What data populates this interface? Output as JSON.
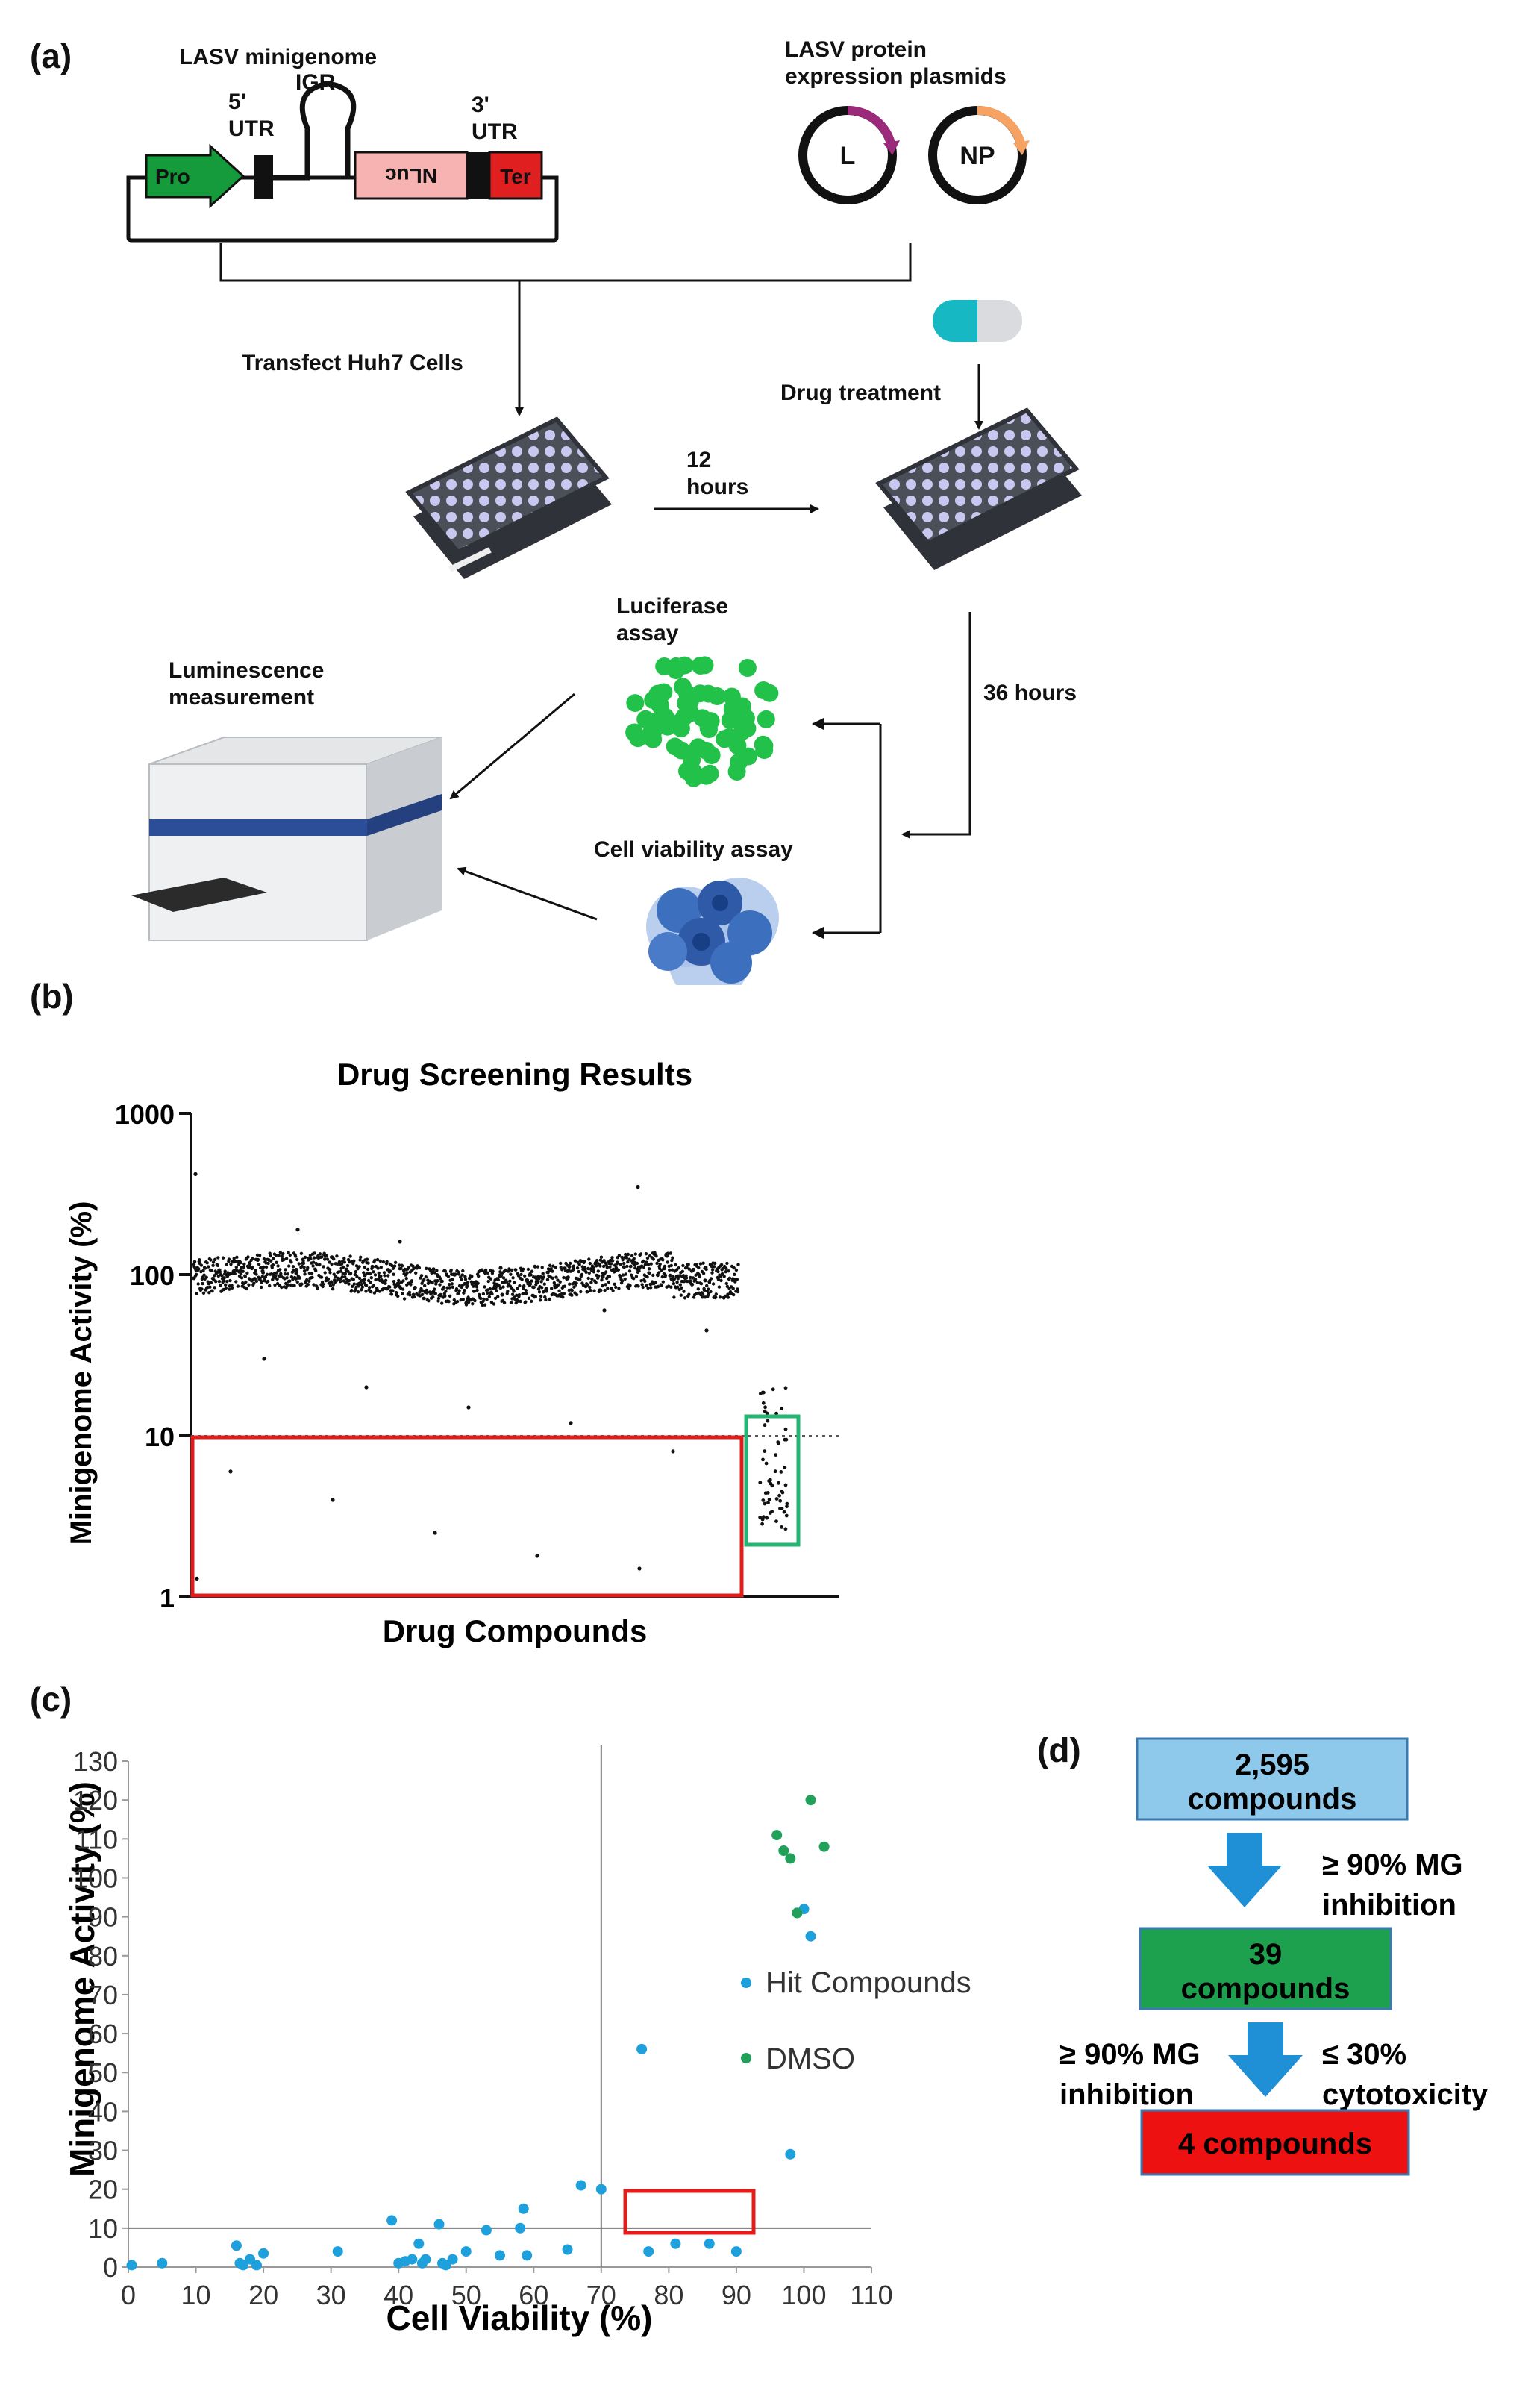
{
  "panel_a": {
    "label": "(a)",
    "minigenome_title": "LASV minigenome",
    "igr": "IGR",
    "utr5": [
      "5'",
      "UTR"
    ],
    "utr3": [
      "3'",
      "UTR"
    ],
    "pro": "Pro",
    "nluc": "NLuc",
    "ter": "Ter",
    "plasmids_title": [
      "LASV protein",
      "expression plasmids"
    ],
    "plasmid_L": "L",
    "plasmid_NP": "NP",
    "transfect": "Transfect Huh7 Cells",
    "drug_treatment": "Drug treatment",
    "twelve_hours": [
      "12",
      "hours"
    ],
    "thirtysix_hours": "36 hours",
    "luciferase": [
      "Luciferase",
      "assay"
    ],
    "viability": "Cell viability assay",
    "luminescence": [
      "Luminescence",
      "measurement"
    ]
  },
  "panel_b": {
    "label": "(b)",
    "title": "Drug Screening Results",
    "ylabel": "Minigenome Activity (%)",
    "xlabel": "Drug Compounds",
    "yticks": [
      "1000",
      "100",
      "10",
      "1"
    ]
  },
  "panel_c": {
    "label": "(c)",
    "ylabel": "Minigenome Activity (%)",
    "xlabel": "Cell Viability (%)",
    "legend": [
      "Hit Compounds",
      "DMSO"
    ]
  },
  "panel_d": {
    "label": "(d)",
    "box1": [
      "2,595",
      "compounds"
    ],
    "box2": [
      "39",
      "compounds"
    ],
    "box3": "4 compounds",
    "criterion1": [
      "≥ 90% MG",
      "inhibition"
    ],
    "criterion2a": [
      "≥ 90% MG",
      "inhibition"
    ],
    "criterion2b": [
      "≤ 30%",
      "cytotoxicity"
    ]
  },
  "colors": {
    "hit": "#1ea0dc",
    "dmso": "#21a05a",
    "box1": "#8ec9ec",
    "box2": "#1ea14f",
    "box3": "#ee1111",
    "arrow": "#1f8fd6",
    "redbox": "#e21b1b",
    "greenbox": "#22b573"
  },
  "chart_data": [
    {
      "type": "scatter",
      "title": "Drug Screening Results",
      "xlabel": "Drug Compounds",
      "ylabel": "Minigenome Activity (%)",
      "yscale": "log",
      "ylim": [
        1,
        1000
      ],
      "yticks": [
        1,
        10,
        100,
        1000
      ],
      "threshold": 10,
      "series": [
        {
          "values": [
            95,
            102,
            88,
            110,
            97,
            92,
            105,
            99,
            85,
            112,
            94,
            101,
            90,
            108,
            96,
            350,
            420,
            190,
            160,
            75,
            60,
            45,
            30,
            20,
            15,
            12,
            8,
            6,
            4,
            2.5,
            1.8,
            1.5,
            1.3
          ]
        }
      ]
    },
    {
      "type": "scatter",
      "xlabel": "Cell Viability (%)",
      "ylabel": "Minigenome Activity (%)",
      "xlim": [
        0,
        110
      ],
      "ylim": [
        0,
        130
      ],
      "xticks": [
        0,
        10,
        20,
        30,
        40,
        50,
        60,
        70,
        80,
        90,
        100,
        110
      ],
      "yticks": [
        0,
        10,
        20,
        30,
        40,
        50,
        60,
        70,
        80,
        90,
        100,
        110,
        120,
        130
      ],
      "series": [
        {
          "name": "Hit Compounds",
          "points": [
            [
              0.5,
              0.5
            ],
            [
              5,
              1
            ],
            [
              16,
              5.5
            ],
            [
              16.5,
              1
            ],
            [
              17,
              0.5
            ],
            [
              18,
              2
            ],
            [
              19,
              0.5
            ],
            [
              20,
              3.5
            ],
            [
              31,
              4
            ],
            [
              39,
              12
            ],
            [
              40,
              1
            ],
            [
              41,
              1.5
            ],
            [
              42,
              2
            ],
            [
              43,
              6
            ],
            [
              43.5,
              1
            ],
            [
              44,
              2
            ],
            [
              46,
              11
            ],
            [
              46.5,
              1
            ],
            [
              47,
              0.5
            ],
            [
              48,
              2
            ],
            [
              50,
              4
            ],
            [
              53,
              9.5
            ],
            [
              55,
              3
            ],
            [
              58,
              10
            ],
            [
              58.5,
              15
            ],
            [
              59,
              3
            ],
            [
              65,
              4.5
            ],
            [
              67,
              21
            ],
            [
              70,
              20
            ],
            [
              76,
              56
            ],
            [
              77,
              4
            ],
            [
              81,
              6
            ],
            [
              86,
              6
            ],
            [
              90,
              4
            ],
            [
              98,
              29
            ],
            [
              99,
              91
            ],
            [
              100,
              92
            ],
            [
              101,
              85
            ]
          ]
        },
        {
          "name": "DMSO",
          "points": [
            [
              96,
              111
            ],
            [
              97,
              107
            ],
            [
              98,
              105
            ],
            [
              99,
              91
            ],
            [
              101,
              120
            ],
            [
              103,
              108
            ]
          ]
        }
      ],
      "hlines": [
        10
      ],
      "vlines": [
        70
      ]
    }
  ]
}
